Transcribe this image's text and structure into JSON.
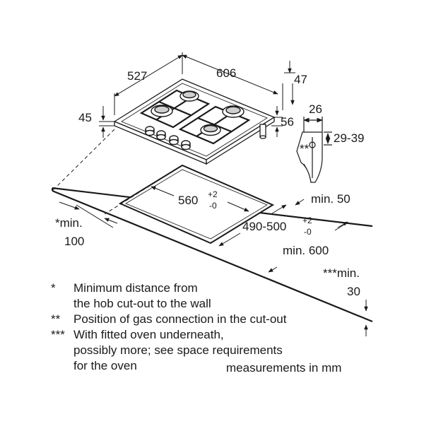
{
  "colors": {
    "ink": "#1a1a1a",
    "background": "#ffffff"
  },
  "dimensions": {
    "hob_depth": "527",
    "hob_width": "606",
    "hob_height": "45",
    "top_right": "47",
    "right_side": "56",
    "gas_offset": "26",
    "gas_height": "29-39",
    "gas_marker": "**",
    "cutout_width_main": "560",
    "cutout_width_tol_plus": "+2",
    "cutout_width_tol_minus": "-0",
    "cutout_depth_main": "490-500",
    "cutout_depth_tol_plus": "+2",
    "cutout_depth_tol_minus": "-0",
    "min_50": "min. 50",
    "min_600": "min. 600",
    "wall_min_line1": "*min.",
    "wall_min_line2": "100",
    "oven_min_line1": "***min.",
    "oven_min_line2": "30"
  },
  "notes": [
    {
      "marker": "*",
      "lines": [
        "Minimum distance from",
        "the hob cut-out to the wall"
      ]
    },
    {
      "marker": "**",
      "lines": [
        "Position of gas connection in the cut-out"
      ]
    },
    {
      "marker": "***",
      "lines": [
        "With fitted oven underneath,",
        "possibly more; see space requirements",
        "for the oven"
      ]
    }
  ],
  "units_note": "measurements in mm"
}
